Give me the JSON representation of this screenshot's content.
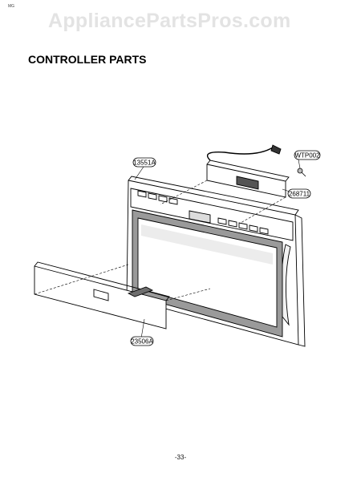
{
  "header": {
    "small_ref": "MG",
    "watermark": "AppliancePartsPros.com"
  },
  "title": "CONTROLLER PARTS",
  "callouts": [
    {
      "id": "frame",
      "label": "13551A"
    },
    {
      "id": "screw",
      "label": "WTP002"
    },
    {
      "id": "pcb",
      "label": "268711"
    },
    {
      "id": "panel",
      "label": "23506A"
    }
  ],
  "footer": {
    "page": "-33-"
  }
}
